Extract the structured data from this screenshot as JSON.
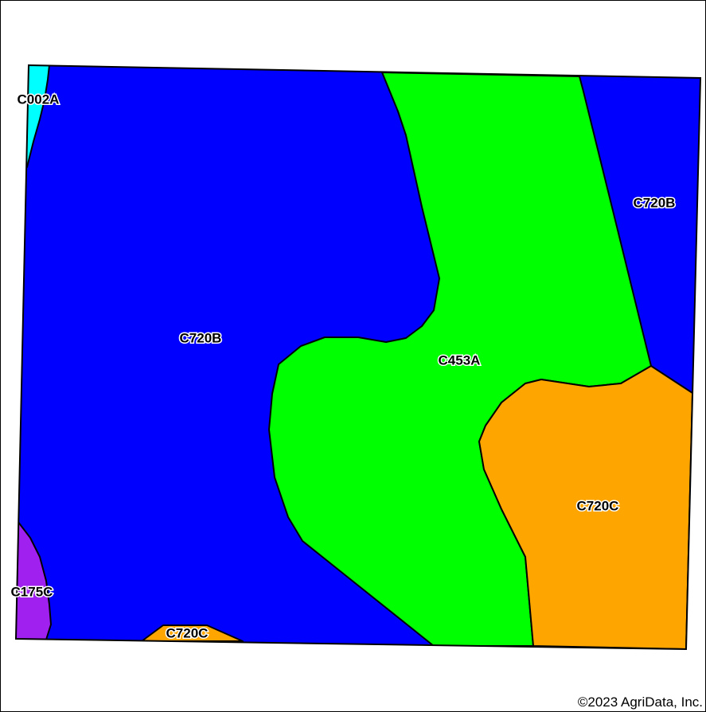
{
  "map": {
    "colors": {
      "C720B": "#0000ff",
      "C453A": "#00ff00",
      "C720C": "#ffa500",
      "C002A": "#00ffff",
      "C175C": "#a020f0"
    },
    "units": [
      {
        "symbol": "C720B",
        "label": "C720B"
      },
      {
        "symbol": "C720B",
        "label": "C720B"
      },
      {
        "symbol": "C453A",
        "label": "C453A"
      },
      {
        "symbol": "C720C",
        "label": "C720C"
      },
      {
        "symbol": "C720C",
        "label": "C720C"
      },
      {
        "symbol": "C002A",
        "label": "C002A"
      },
      {
        "symbol": "C175C",
        "label": "C175C"
      }
    ]
  },
  "copyright": "©2023 AgriData, Inc."
}
